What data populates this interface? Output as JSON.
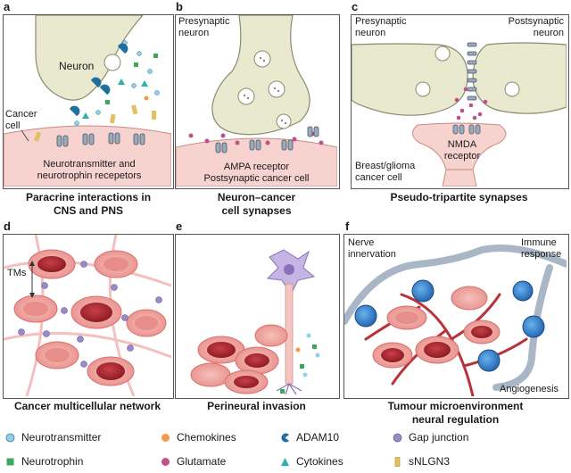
{
  "panels": {
    "a": {
      "label": "a",
      "neuron": "Neuron",
      "cancer_cell": "Cancer\ncell",
      "receptors": "Neurotransmitter and\nneurotrophin recepetors",
      "caption": "Paracrine interactions in\nCNS and PNS"
    },
    "b": {
      "label": "b",
      "presynaptic": "Presynaptic\nneuron",
      "receptor": "AMPA receptor\nPostsynaptic cancer cell",
      "caption": "Neuron–cancer\ncell synapses"
    },
    "c": {
      "label": "c",
      "presynaptic": "Presynaptic\nneuron",
      "postsynaptic": "Postsynaptic\nneuron",
      "nmda": "NMDA\nreceptor",
      "glioma": "Breast/glioma\ncancer cell",
      "caption": "Pseudo-tripartite synapses"
    },
    "d": {
      "label": "d",
      "tms": "TMs",
      "caption": "Cancer multicellular network"
    },
    "e": {
      "label": "e",
      "caption": "Perineural invasion"
    },
    "f": {
      "label": "f",
      "nerve": "Nerve\ninnervation",
      "immune": "Immune\nresponse",
      "angio": "Angiogenesis",
      "caption": "Tumour microenvironment\nneural regulation"
    }
  },
  "legend": [
    {
      "label": "Neurotransmitter",
      "shape": "circle",
      "color": "#8fd0ea"
    },
    {
      "label": "Chemokines",
      "shape": "circle",
      "color": "#f29a4a"
    },
    {
      "label": "ADAM10",
      "shape": "pacman",
      "color": "#1f6f9f"
    },
    {
      "label": "Gap junction",
      "shape": "circle",
      "color": "#9a8ac8"
    },
    {
      "label": "Neurotrophin",
      "shape": "square",
      "color": "#3ea85a"
    },
    {
      "label": "Glutamate",
      "shape": "circle",
      "color": "#c0508a"
    },
    {
      "label": "Cytokines",
      "shape": "triangle",
      "color": "#2bb3a8"
    },
    {
      "label": "sNLGN3",
      "shape": "rect",
      "color": "#e0c060"
    }
  ],
  "colors": {
    "neuron_fill": "#e9e9cf",
    "cancer_fill": "#f6d3cf",
    "cell_fill": "#f2a8a4",
    "cell_nucleus": "#a8222b",
    "receptor": "#9aa9bb",
    "nerve": "#a9b6c6",
    "immune": "#3d8fd4",
    "vessel": "#b8323a"
  }
}
